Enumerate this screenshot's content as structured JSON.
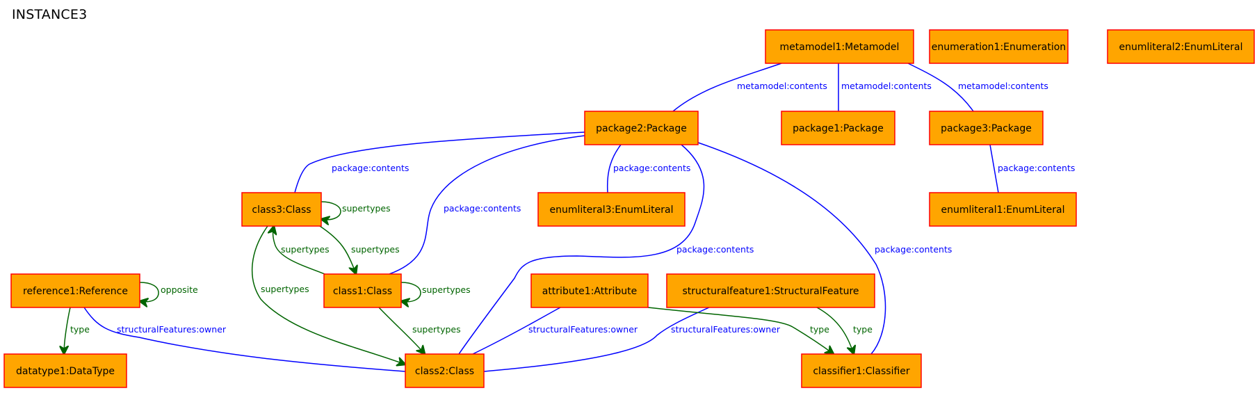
{
  "title": "INSTANCE3",
  "colors": {
    "node_fill": "#FFA500",
    "node_border": "#FF0000",
    "containment_edge": "#0000FF",
    "reference_edge": "#006400"
  },
  "nodes": {
    "metamodel1": "metamodel1:Metamodel",
    "enumeration1": "enumeration1:Enumeration",
    "enumliteral2": "enumliteral2:EnumLiteral",
    "package2": "package2:Package",
    "package1": "package1:Package",
    "package3": "package3:Package",
    "class3": "class3:Class",
    "enumliteral3": "enumliteral3:EnumLiteral",
    "enumliteral1": "enumliteral1:EnumLiteral",
    "reference1": "reference1:Reference",
    "class1": "class1:Class",
    "attribute1": "attribute1:Attribute",
    "structuralfeature1": "structuralfeature1:StructuralFeature",
    "datatype1": "datatype1:DataType",
    "class2": "class2:Class",
    "classifier1": "classifier1:Classifier"
  },
  "edges": [
    {
      "id": "mm-p2",
      "from": "metamodel1",
      "to": "package2",
      "label": "metamodel:contents",
      "kind": "containment"
    },
    {
      "id": "mm-p1",
      "from": "metamodel1",
      "to": "package1",
      "label": "metamodel:contents",
      "kind": "containment"
    },
    {
      "id": "mm-p3",
      "from": "metamodel1",
      "to": "package3",
      "label": "metamodel:contents",
      "kind": "containment"
    },
    {
      "id": "p2-c3",
      "from": "package2",
      "to": "class3",
      "label": "package:contents",
      "kind": "containment"
    },
    {
      "id": "p2-c1",
      "from": "package2",
      "to": "class1",
      "label": "package:contents",
      "kind": "containment"
    },
    {
      "id": "p2-el3",
      "from": "package2",
      "to": "enumliteral3",
      "label": "package:contents",
      "kind": "containment"
    },
    {
      "id": "p2-c2",
      "from": "package2",
      "to": "class2",
      "label": "package:contents",
      "kind": "containment"
    },
    {
      "id": "p2-cl1",
      "from": "package2",
      "to": "classifier1",
      "label": "package:contents",
      "kind": "containment"
    },
    {
      "id": "p3-el1",
      "from": "package3",
      "to": "enumliteral1",
      "label": "package:contents",
      "kind": "containment"
    },
    {
      "id": "c3-self",
      "from": "class3",
      "to": "class3",
      "label": "supertypes",
      "kind": "reference"
    },
    {
      "id": "c3-c1",
      "from": "class3",
      "to": "class1",
      "label": "supertypes",
      "kind": "reference"
    },
    {
      "id": "c1-c3",
      "from": "class1",
      "to": "class3",
      "label": "supertypes",
      "kind": "reference"
    },
    {
      "id": "c3-c2",
      "from": "class3",
      "to": "class2",
      "label": "supertypes",
      "kind": "reference"
    },
    {
      "id": "c1-self",
      "from": "class1",
      "to": "class1",
      "label": "supertypes",
      "kind": "reference"
    },
    {
      "id": "c1-c2",
      "from": "class1",
      "to": "class2",
      "label": "supertypes",
      "kind": "reference"
    },
    {
      "id": "r1-self",
      "from": "reference1",
      "to": "reference1",
      "label": "opposite",
      "kind": "reference"
    },
    {
      "id": "r1-dt1",
      "from": "reference1",
      "to": "datatype1",
      "label": "type",
      "kind": "reference"
    },
    {
      "id": "r1-c2",
      "from": "reference1",
      "to": "class2",
      "label": "structuralFeatures:owner",
      "kind": "containment"
    },
    {
      "id": "a1-c2",
      "from": "attribute1",
      "to": "class2",
      "label": "structuralFeatures:owner",
      "kind": "containment"
    },
    {
      "id": "sf1-c2",
      "from": "structuralfeature1",
      "to": "class2",
      "label": "structuralFeatures:owner",
      "kind": "containment"
    },
    {
      "id": "a1-cl1",
      "from": "attribute1",
      "to": "classifier1",
      "label": "type",
      "kind": "reference"
    },
    {
      "id": "sf1-cl1",
      "from": "structuralfeature1",
      "to": "classifier1",
      "label": "type",
      "kind": "reference"
    }
  ]
}
